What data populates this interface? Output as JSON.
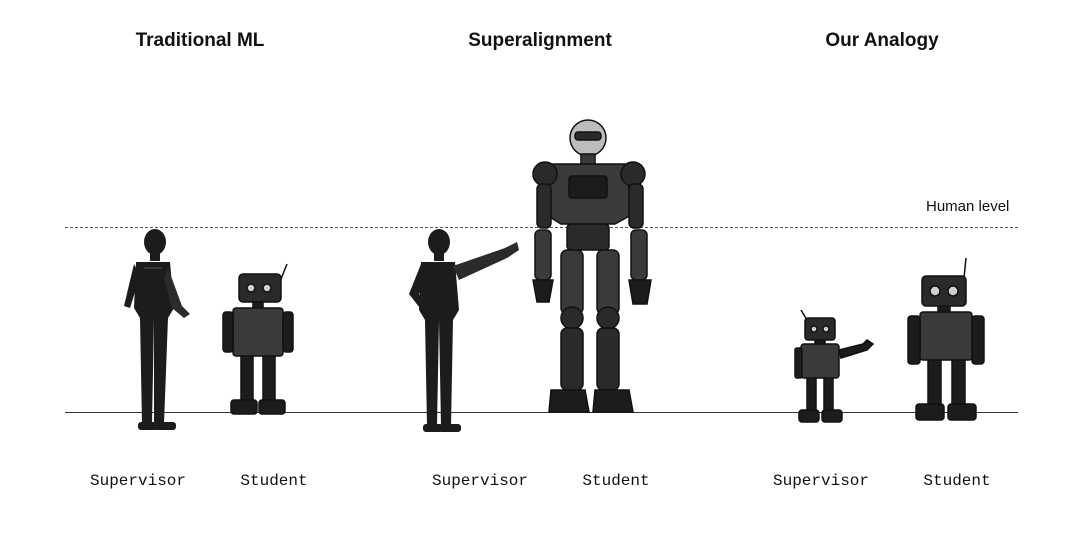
{
  "panels": [
    {
      "title": "Traditional ML",
      "supervisor_label": "Supervisor",
      "student_label": "Student"
    },
    {
      "title": "Superalignment",
      "supervisor_label": "Supervisor",
      "student_label": "Student"
    },
    {
      "title": "Our Analogy",
      "supervisor_label": "Supervisor",
      "student_label": "Student"
    }
  ],
  "human_level_label": "Human level",
  "colors": {
    "figure_dark": "#1c1c1c",
    "figure_mid": "#3a3a3a",
    "figure_light": "#8a8a8a",
    "line": "#333333"
  }
}
